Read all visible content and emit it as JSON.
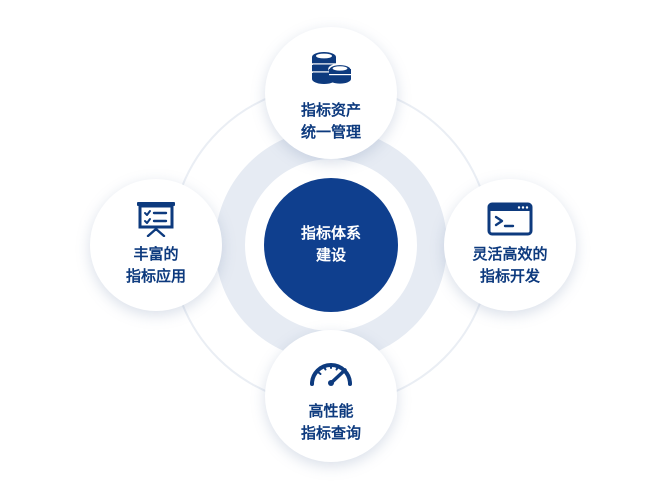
{
  "colors": {
    "primary": "#0f3f8e",
    "icon": "#0d3a7e",
    "ring": "#e6ebf3",
    "outer_ring": "#eaeef4"
  },
  "center": {
    "line1": "指标体系",
    "line2": "建设"
  },
  "nodes": {
    "top": {
      "icon": "coin-stack-icon",
      "line1": "指标资产",
      "line2": "统一管理"
    },
    "right": {
      "icon": "terminal-window-icon",
      "line1": "灵活高效的",
      "line2": "指标开发"
    },
    "bottom": {
      "icon": "speedometer-icon",
      "line1": "高性能",
      "line2": "指标查询"
    },
    "left": {
      "icon": "presentation-board-icon",
      "line1": "丰富的",
      "line2": "指标应用"
    }
  }
}
